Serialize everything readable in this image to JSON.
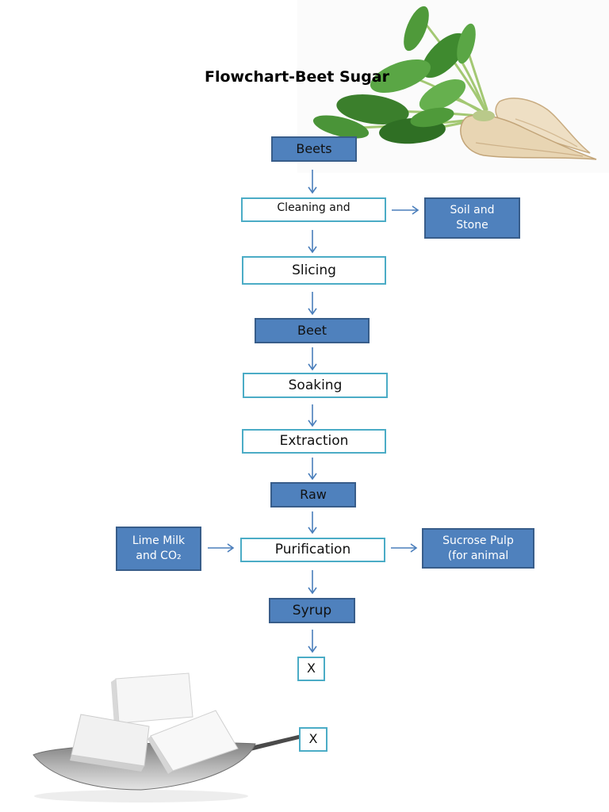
{
  "title": "Flowchart-Beet Sugar",
  "colors": {
    "fill": "#4f81bd",
    "fill_border": "#385d8a",
    "outline": "#4bacc6",
    "arrow": "#4a7ebb",
    "flow_text": "#111111",
    "side_text": "#ffffff"
  },
  "icons": {
    "beet": "sugar-beet-icon",
    "sugar": "sugar-cubes-spoon-icon"
  },
  "flow": {
    "beets": "Beets",
    "cleaning": "Cleaning and",
    "slicing": "Slicing",
    "beet": "Beet",
    "soaking": "Soaking",
    "extraction": "Extraction",
    "raw": "Raw",
    "purification": "Purification",
    "syrup": "Syrup",
    "result_1": "X",
    "result_2": "X"
  },
  "side": {
    "soil_stone": [
      "Soil and",
      "Stone"
    ],
    "lime_milk": [
      "Lime Milk",
      "and CO₂"
    ],
    "sucrose_pulp": [
      "Sucrose Pulp",
      "(for animal"
    ]
  }
}
